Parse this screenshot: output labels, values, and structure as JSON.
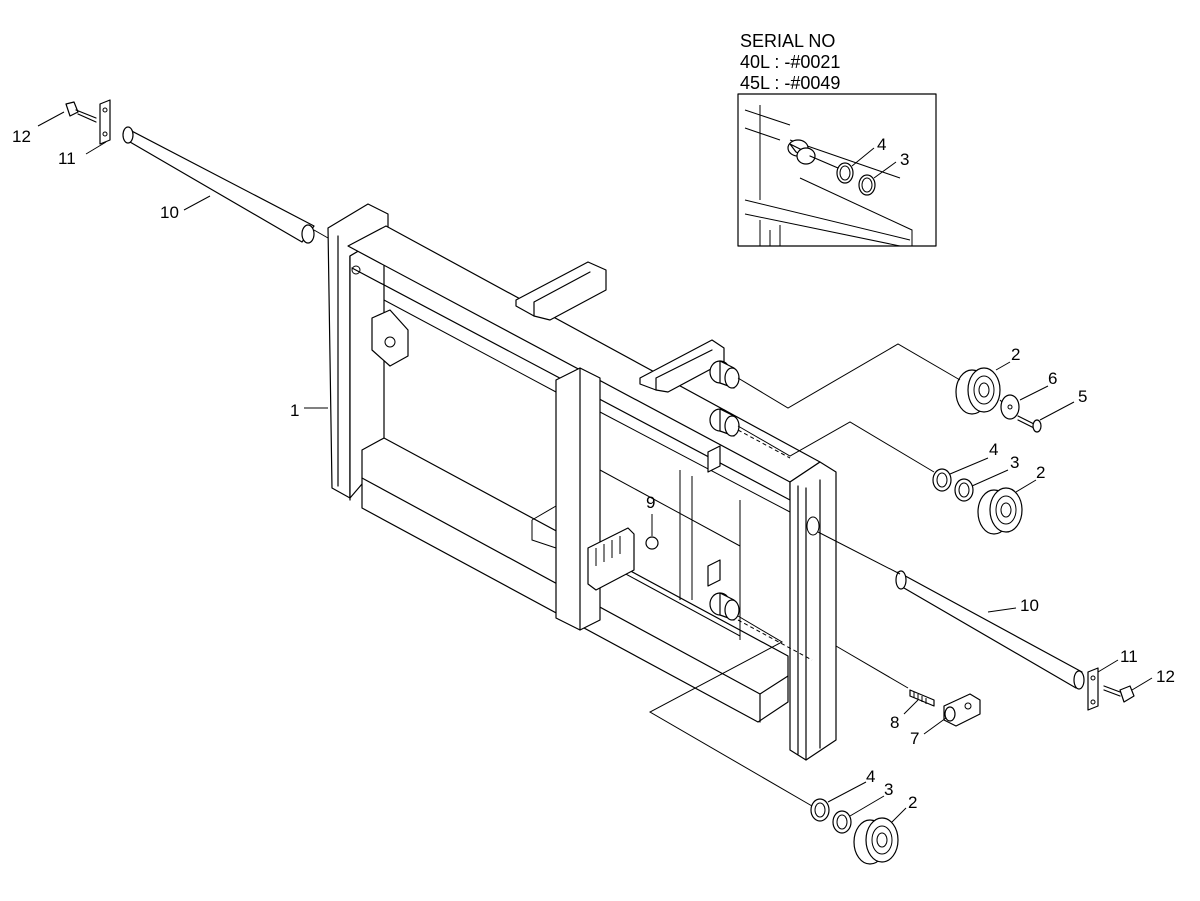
{
  "serial": {
    "title": "SERIAL NO",
    "line1": "40L : -#0021",
    "line2": "45L : -#0049"
  },
  "labels": {
    "p1": "1",
    "p2a": "2",
    "p2b": "2",
    "p2c": "2",
    "p3a": "3",
    "p3b": "3",
    "p3c": "3",
    "p4a": "4",
    "p4b": "4",
    "p4c": "4",
    "p5": "5",
    "p6": "6",
    "p7": "7",
    "p8": "8",
    "p9": "9",
    "p10a": "10",
    "p10b": "10",
    "p11a": "11",
    "p11b": "11",
    "p12a": "12",
    "p12b": "12"
  }
}
